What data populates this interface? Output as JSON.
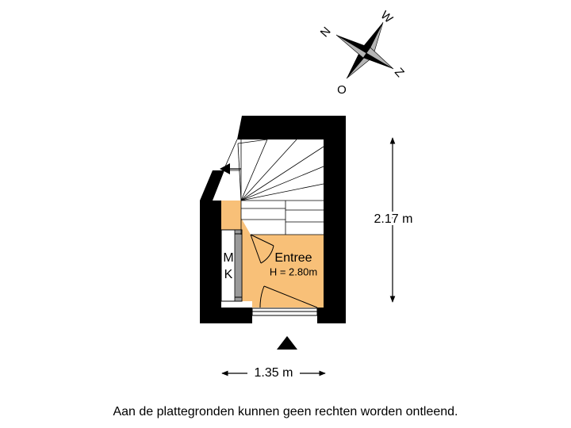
{
  "compass": {
    "north_label": "N",
    "east_label": "O",
    "south_label": "Z",
    "west_label": "W"
  },
  "rooms": [
    {
      "name": "Entree",
      "height_label": "H = 2.80m"
    }
  ],
  "meter_cupboard": {
    "letter_top": "M",
    "letter_bottom": "K"
  },
  "dimensions": {
    "depth": "2.17 m",
    "width": "1.35 m"
  },
  "disclaimer": "Aan de plattegronden kunnen geen rechten worden ontleend.",
  "colors": {
    "room_fill": "#f8c078",
    "wall": "#000000",
    "background": "#ffffff"
  }
}
